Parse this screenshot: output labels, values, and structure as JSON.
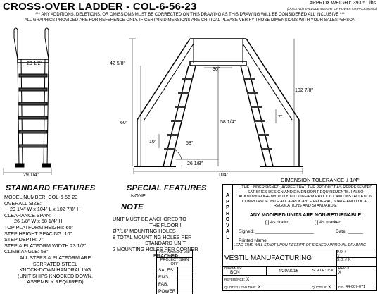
{
  "header": {
    "title": "CROSS-OVER LADDER - COL-6-56-23",
    "weight": "APPROX WEIGHT: 393.51 lbs.",
    "weight_note": "(DOES NOT INCLUDE WEIGHT OF POWER OR PACKAGING)",
    "notice1": "*** ANY ADDITIONS, DELETIONS, OR OMISSIONS MUST BE CORRECTED ON THIS DRAWING AS THIS DRAWING WILL BE CONSIDERED ALL INCLUSIVE ***",
    "notice2": "ALL GRAPHICS PROVIDED ARE FOR REFERENCE ONLY. IF CERTAIN DIMENSIONS ARE CRITICAL PLEASE VERIFY THOSE DIMENSIONS WITH YOUR SALESPERSON"
  },
  "dimensions": {
    "front_width_top": "23 1/2\"",
    "front_width_bottom": "29 1/4\"",
    "overall_height": "42 5/8\"",
    "platform_height": "60\"",
    "platform_width": "36\"",
    "total_height": "102 7/8\"",
    "ladder_span": "58 1/4\"",
    "step_depth": "7\"",
    "step_spacing": "10\"",
    "climb_angle": "58°",
    "half_base": "26 1/8\"",
    "overall_length": "104\""
  },
  "standard_features": {
    "heading": "STANDARD FEATURES",
    "lines": [
      "MODEL NUMBER: COL-6-56-23",
      "OVERALL SIZE:",
      "29 1/4\" W x  104\" L x  102 7/8\" H",
      "CLEARANCE SPAN:",
      "26 1/8\" W x  58 1/4\" H",
      "TOP PLATFORM HEIGHT:  60\"",
      "STEP HEIGHT SPACING:  10\"",
      "STEP DEPTH:  7\"",
      "STEP & PLATFORM WIDTH 23 1/2\"",
      "CLIMB ANGLE:  58°",
      "ALL STEPS & PLATFORM ARE",
      "SERRATED STEEL",
      "KNOCK-DOWN HANDRAILING",
      "(UNIT SHIPS KNOCKED DOWN,",
      "ASSEMBLY REQUIRED)"
    ]
  },
  "special_features": {
    "heading": "SPECIAL FEATURES",
    "text": "NONE"
  },
  "note": {
    "heading": "NOTE",
    "lines": [
      "UNIT MUST BE ANCHORED TO",
      "THE FLOOR!!",
      "Ø7/16\" MOUNTING HOLES",
      "8 TOTAL MOUNTING HOLES PER",
      "STANDARD UNIT",
      "2 MOUNTING HOLES PER CORNER",
      "BRACKET"
    ]
  },
  "approval": {
    "tolerance": "DIMENSION TOLERANCE ± 1/4\"",
    "vertical_letters": [
      "A",
      "P",
      "P",
      "R",
      "O",
      "V",
      "A",
      "L"
    ],
    "text": "I, THE UNDERSIGNED, AGREE THAT THE PRODUCT AS REPRESENTED SATISFIES DESIGN AND DIMENSION REQUIREMENTS. I ALSO ACKNOWLEDGE MY DUTY TO CONFIRM PRODUCT AND INSTALLATION COMPLIANCE WITH ALL APPLICABLE FEDERAL, STATE AND LOCAL REGULATIONS AND STANDARDS.",
    "non_returnable": "ANY MODIFIED UNITS ARE NON-RETURNABLE",
    "as_drawn": "[  ] As drawn",
    "as_marked": "[  ] As marked",
    "signed": "Signed:",
    "date": "Date:",
    "printed_name": "Printed Name:",
    "lead_time": "LEAD TIME WILL START UPON RECEIPT OF SIGNED APPROVAL DRAWING"
  },
  "title_block": {
    "internal_use": "FOR INTERNAL USE ONLY",
    "project_sign_off": "PROJECT SIGN OFF",
    "roles": [
      "SALES:",
      "ENG.",
      "FAB.",
      "POWER"
    ],
    "company": "VESTIL MANUFACTURING",
    "drawn_by_label": "DRAWN BY:",
    "drawn_by": "BCN",
    "date": "4/29/2016",
    "scale": "SCALE: 1:30",
    "reference_label": "REFERENCE:",
    "reference": "X",
    "quoted_lead_label": "QUOTED LEAD TIME:",
    "quoted_lead": "X",
    "quote_label": "QUOTE #:",
    "quote": "X",
    "pn_label": "P/N:",
    "pn": "44-007-071",
    "po_label": "P.O. #",
    "po": "X",
    "so_label": "S.O. #",
    "so": "X",
    "rev_label": "REV. #",
    "rev": "X"
  }
}
